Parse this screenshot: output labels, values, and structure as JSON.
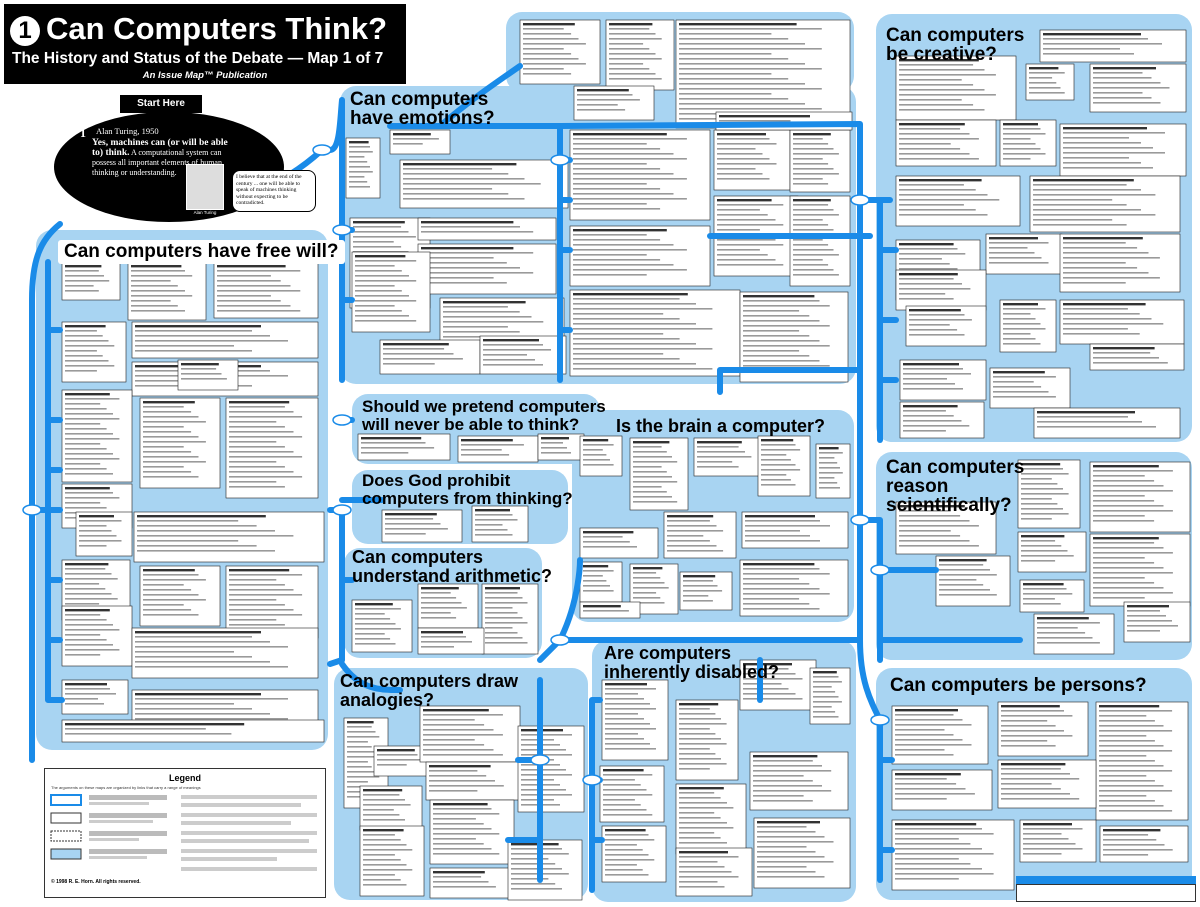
{
  "map": {
    "number": "1",
    "title": "Can Computers Think?",
    "subtitle": "The History and Status of the Debate — Map 1 of 7",
    "publication": "An Issue Map™ Publication"
  },
  "start": {
    "label": "Start Here",
    "claim_number": "1",
    "claim_author": "Alan Turing, 1950",
    "claim_bold": "Yes, machines can (or will be able to) think.",
    "claim_text": "A computational system can possess all important elements of human thinking or understanding.",
    "portrait_caption": "Alan Turing",
    "bubble_text": "I believe that at the end of the century ... one will be able to speak of machines thinking without expecting to be contradicted."
  },
  "regions": [
    {
      "id": "free-will",
      "title": "Can computers have free will?"
    },
    {
      "id": "emotions",
      "title_line1": "Can computers",
      "title_line2": "have emotions?"
    },
    {
      "id": "creative",
      "title_line1": "Can computers",
      "title_line2": "be creative?"
    },
    {
      "id": "pretend",
      "title_line1": "Should we pretend computers",
      "title_line2": "will never be able to think?"
    },
    {
      "id": "god",
      "title_line1": "Does God prohibit",
      "title_line2": "computers from thinking?"
    },
    {
      "id": "arithmetic",
      "title_line1": "Can computers",
      "title_line2": "understand arithmetic?"
    },
    {
      "id": "brain",
      "title": "Is the brain a computer?"
    },
    {
      "id": "scientific",
      "title_line1": "Can computers",
      "title_line2": "reason",
      "title_line3": "scientifically?"
    },
    {
      "id": "analogies",
      "title_line1": "Can computers draw",
      "title_line2": "analogies?"
    },
    {
      "id": "disabled",
      "title_line1": "Are computers",
      "title_line2": "inherently disabled?"
    },
    {
      "id": "persons",
      "title": "Can computers be persons?"
    }
  ],
  "legend": {
    "title": "Legend",
    "intro": "The arguments on these maps are organized by links that carry a range of meanings",
    "copyright": "© 1998 R. E. Horn. All rights reserved."
  },
  "colors": {
    "flow": "#1a8be8",
    "region_fill": "#a8d4f2",
    "banner": "#000000"
  }
}
